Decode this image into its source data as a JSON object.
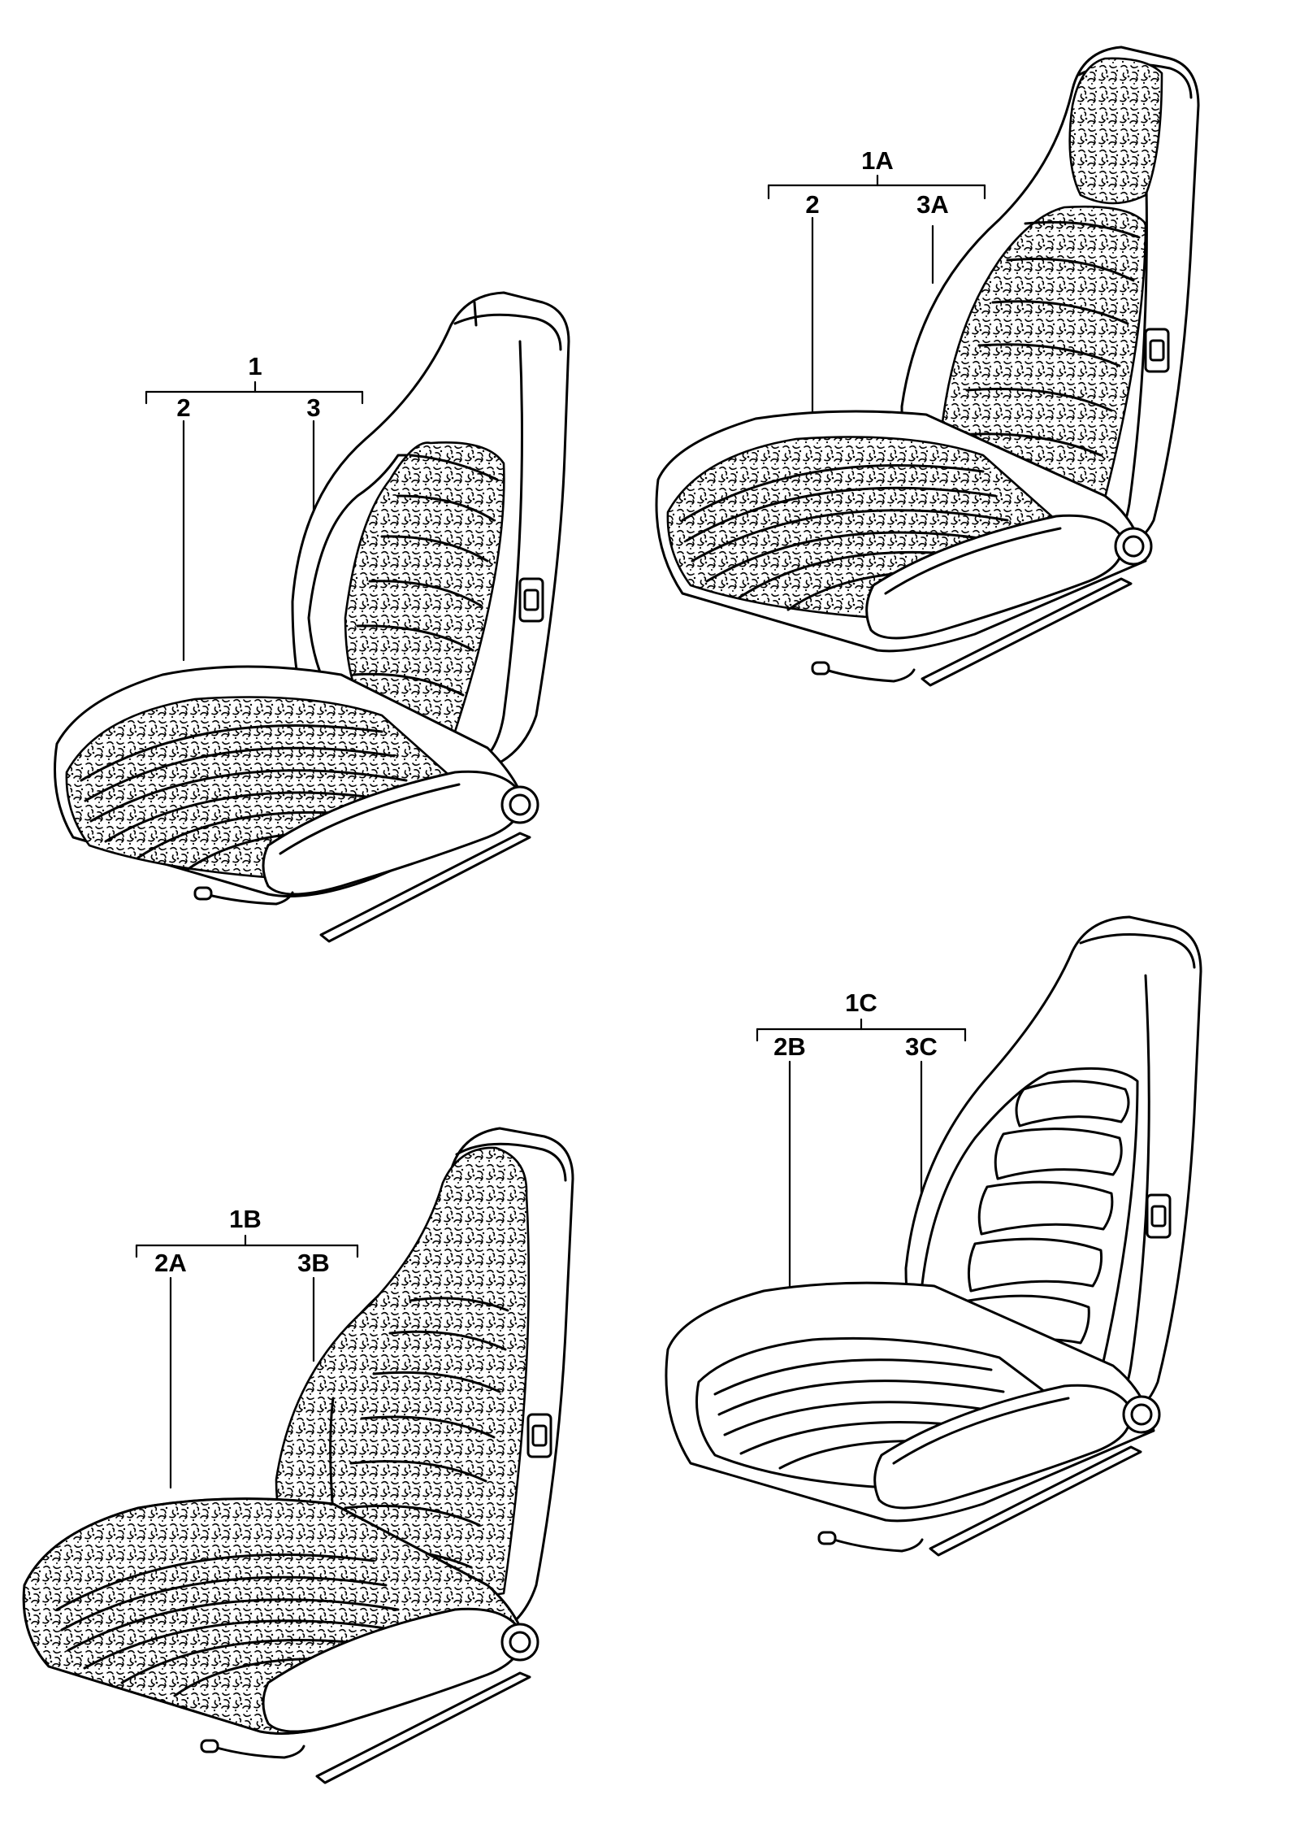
{
  "diagram": {
    "groups": [
      {
        "id": "seat-1",
        "callout": "1",
        "left_label": "2",
        "right_label": "3",
        "upholstery": "fabric-center"
      },
      {
        "id": "seat-1a",
        "callout": "1A",
        "left_label": "2",
        "right_label": "3A",
        "upholstery": "fabric-center-and-headrest"
      },
      {
        "id": "seat-1b",
        "callout": "1B",
        "left_label": "2A",
        "right_label": "3B",
        "upholstery": "fabric-full"
      },
      {
        "id": "seat-1c",
        "callout": "1C",
        "left_label": "2B",
        "right_label": "3C",
        "upholstery": "smooth"
      }
    ],
    "colors": {
      "line": "#000000",
      "background": "#ffffff",
      "fabric_speckle": "#000000"
    }
  }
}
